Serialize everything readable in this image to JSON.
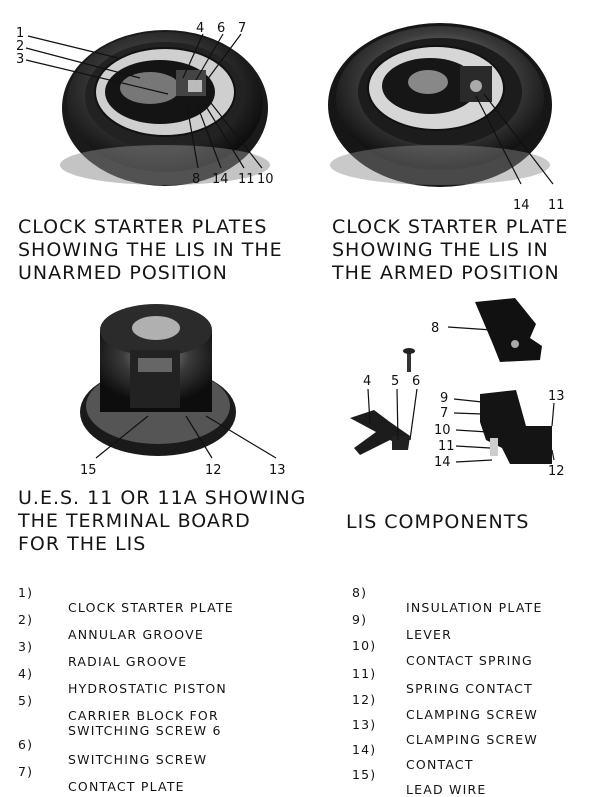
{
  "figures": {
    "unarmed": {
      "caption": "CLOCK STARTER PLATES\nSHOWING THE LIS IN THE\nUNARMED POSITION",
      "callouts": [
        "1",
        "2",
        "3",
        "4",
        "6",
        "7",
        "8",
        "14",
        "11",
        "10"
      ]
    },
    "armed": {
      "caption": "CLOCK STARTER PLATE\nSHOWING THE LIS IN\nTHE ARMED POSITION",
      "callouts": [
        "14",
        "11"
      ]
    },
    "terminal": {
      "caption": "U.E.S. 11 OR 11A SHOWING\nTHE TERMINAL BOARD\nFOR THE LIS",
      "callouts": [
        "15",
        "12",
        "13"
      ]
    },
    "components": {
      "caption": "LIS COMPONENTS",
      "callouts": [
        "8",
        "4",
        "5",
        "6",
        "9",
        "7",
        "10",
        "11",
        "14",
        "13",
        "12"
      ]
    }
  },
  "legend": {
    "left": [
      {
        "num": "1)",
        "text": "CLOCK STARTER PLATE"
      },
      {
        "num": "2)",
        "text": "ANNULAR GROOVE"
      },
      {
        "num": "3)",
        "text": "RADIAL GROOVE"
      },
      {
        "num": "4)",
        "text": "HYDROSTATIC PISTON"
      },
      {
        "num": "5)",
        "text": "CARRIER BLOCK FOR\nSWITCHING SCREW 6"
      },
      {
        "num": "6)",
        "text": "SWITCHING SCREW"
      },
      {
        "num": "7)",
        "text": "CONTACT PLATE"
      }
    ],
    "right": [
      {
        "num": "8)",
        "text": "INSULATION  PLATE"
      },
      {
        "num": "9)",
        "text": "LEVER"
      },
      {
        "num": "10)",
        "text": "CONTACT SPRING"
      },
      {
        "num": "11)",
        "text": "SPRING CONTACT"
      },
      {
        "num": "12)",
        "text": "CLAMPING SCREW"
      },
      {
        "num": "13)",
        "text": "CLAMPING SCREW"
      },
      {
        "num": "14)",
        "text": "CONTACT"
      },
      {
        "num": "15)",
        "text": "LEAD WIRE"
      }
    ]
  }
}
